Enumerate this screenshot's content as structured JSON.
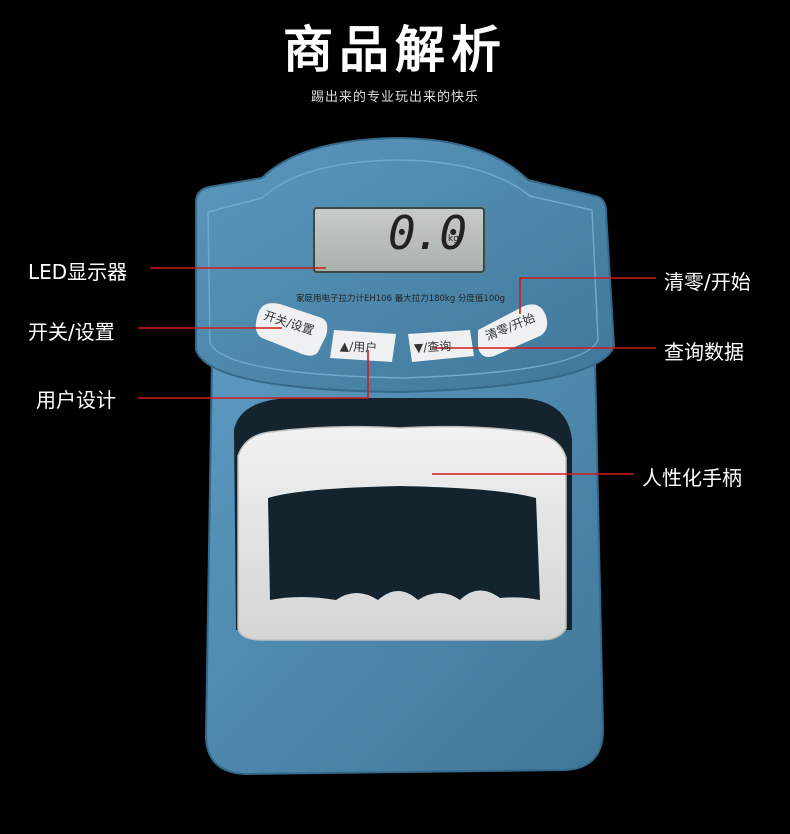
{
  "header": {
    "title": "商品解析",
    "subtitle": "踢出来的专业玩出来的快乐"
  },
  "device": {
    "display_reading": "0.0",
    "display_unit": "kg",
    "spec_text": "家庭用电子拉力计EH106  最大拉力180kg  分度值100g",
    "buttons": {
      "power": "开关/设置",
      "user": "▲/用户",
      "query": "▼/查询",
      "reset": "清零/开始"
    }
  },
  "callouts": {
    "led": "LED显示器",
    "power": "开关/设置",
    "user": "用户设计",
    "reset": "清零/开始",
    "query": "查询数据",
    "handle": "人性化手柄"
  },
  "colors": {
    "background": "#000000",
    "body_blue": "#4b86ad",
    "callout_line": "#d11a1a",
    "handle": "#e6e6e6"
  }
}
